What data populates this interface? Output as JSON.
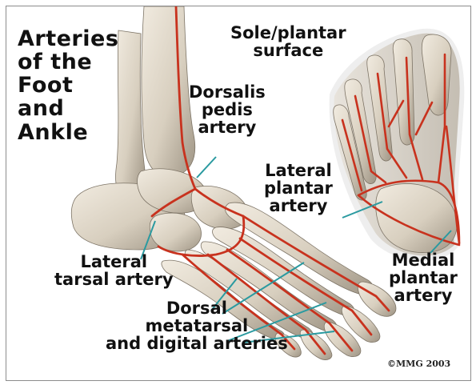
{
  "title": "Arteries\nof the\nFoot\nand\nAnkle",
  "labels": {
    "sole": "Sole/plantar\nsurface",
    "dorsalis": "Dorsalis\npedis\nartery",
    "lateral_plantar": "Lateral\nplantar\nartery",
    "lateral_tarsal": "Lateral\ntarsal artery",
    "dorsal_metatarsal": "Dorsal\nmetatarsal\nand digital arteries",
    "medial_plantar": "Medial\nplantar\nartery"
  },
  "copyright": "©MMG 2003",
  "colors": {
    "artery": "#c8321e",
    "bone": "#dcd3c4",
    "bone_shadow": "#9c9284",
    "leader": "#2a9aa0",
    "background": "#ffffff",
    "frame": "#8c8c8c"
  }
}
